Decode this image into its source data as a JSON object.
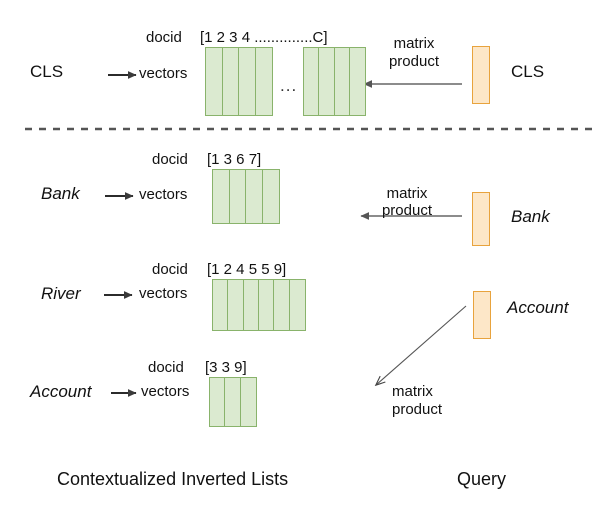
{
  "figure": {
    "title_left": "Contextualized Inverted Lists",
    "title_right": "Query",
    "divider": "dashed-horizontal-rule"
  },
  "labels": {
    "docid": "docid",
    "vectors": "vectors",
    "matrix_product_line1": "matrix",
    "matrix_product_line2": "product",
    "ellipsis": "..."
  },
  "rows": [
    {
      "term": "CLS",
      "term_italic": false,
      "docid_list": "[1 2 3 4 ..............C]",
      "segments": [
        {
          "cells": 4
        },
        {
          "cells": 4
        }
      ],
      "query_token": "CLS",
      "query_italic": false,
      "arrow": "horizontal-left",
      "arrow_label": "matrix product"
    },
    {
      "term": "Bank",
      "term_italic": true,
      "docid_list": "[1 3 6 7]",
      "segments": [
        {
          "cells": 4
        }
      ],
      "query_token": "Bank",
      "query_italic": true,
      "arrow": "horizontal-left",
      "arrow_label": "matrix product"
    },
    {
      "term": "River",
      "term_italic": true,
      "docid_list": "[1 2 4 5 5 9]",
      "segments": [
        {
          "cells": 6
        }
      ],
      "query_token": null,
      "query_italic": false,
      "arrow": null,
      "arrow_label": null
    },
    {
      "term": "Account",
      "term_italic": true,
      "docid_list": "[3 3 9]",
      "segments": [
        {
          "cells": 3
        }
      ],
      "query_token": "Account",
      "query_italic": true,
      "arrow": "diagonal-down-left",
      "arrow_label": "matrix product"
    }
  ],
  "colors": {
    "vector_fill": "#dbead0",
    "vector_border": "#89b36b",
    "query_fill": "#fde7c8",
    "query_border": "#e8a33d",
    "arrow": "#555555",
    "divider": "#555555",
    "text": "#111111"
  }
}
